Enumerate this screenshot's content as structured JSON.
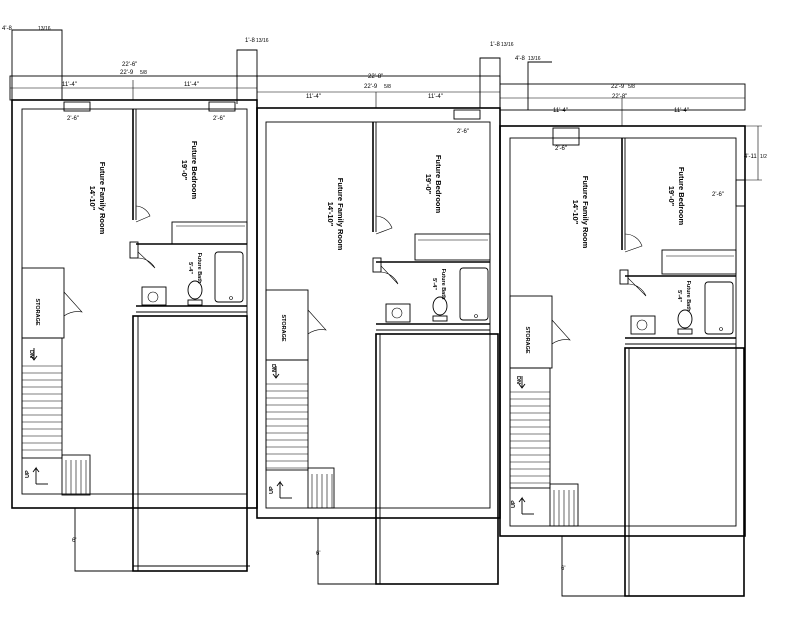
{
  "units": [
    {
      "overall_width": "22'-6\"",
      "overall_width_sub": "22'-9",
      "overall_width_frac": "5/8",
      "half_left": "11'-4\"",
      "half_right": "11'-4\"",
      "window_left": "2'-6\"",
      "window_right": "2'-6\"",
      "top_offset_left": "4'-8",
      "top_offset_left_frac": "13/16",
      "top_offset_right": "1'-8",
      "top_offset_right_frac": "13/16",
      "family_room_name": "Future Family Room",
      "family_room_dim": "14'-10\"",
      "bedroom_name": "Future Bedroom",
      "bedroom_dim": "19'-0\"",
      "bath_name": "Future Bath",
      "bath_dim": "5'-4\"",
      "storage_label": "STORAGE",
      "stair_dn": "DN",
      "stair_up": "UP",
      "bottom_offset": "6'"
    },
    {
      "overall_width": "22'-8\"",
      "overall_width_sub": "22'-9",
      "overall_width_frac": "5/8",
      "half_left": "11'-4\"",
      "half_right": "11'-4\"",
      "window_right": "2'-6\"",
      "top_offset_right": "1'-8",
      "top_offset_right_frac": "13/16",
      "family_room_name": "Future Family Room",
      "family_room_dim": "14'-10\"",
      "bedroom_name": "Future Bedroom",
      "bedroom_dim": "19'-0\"",
      "bath_name": "Future Bath",
      "bath_dim": "5'-4\"",
      "storage_label": "STORAGE",
      "stair_dn": "DN",
      "stair_up": "UP",
      "bottom_offset": "6'"
    },
    {
      "overall_width": "22'-9",
      "overall_width_frac": "5/8",
      "overall_width_sub": "22'-8\"",
      "half_left": "11'-4\"",
      "half_right": "11'-4\"",
      "window_left": "2'-6\"",
      "window_right": "2'-6\"",
      "top_offset_left": "4'-8",
      "top_offset_left_frac": "13/16",
      "side_offset": "4'-11",
      "side_offset_frac": "1/2",
      "family_room_name": "Future Family Room",
      "family_room_dim": "14'-10\"",
      "bedroom_name": "Future Bedroom",
      "bedroom_dim": "19'-0\"",
      "bath_name": "Future Bath",
      "bath_dim": "5'-4\"",
      "storage_label": "STORAGE",
      "stair_dn": "DN",
      "stair_up": "UP",
      "bottom_offset": "6'"
    }
  ]
}
